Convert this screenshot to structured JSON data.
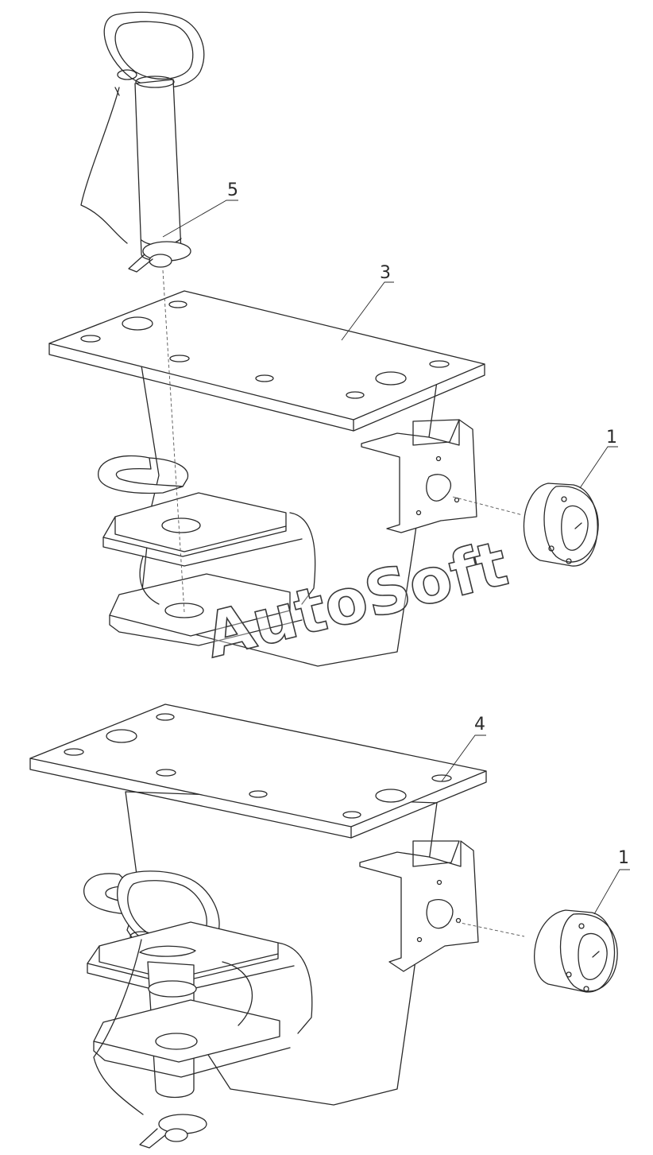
{
  "callouts": {
    "c5": "5",
    "c3": "3",
    "c1_top": "1",
    "c4": "4",
    "c1_bottom": "1"
  },
  "watermark": "AutoSoft",
  "colors": {
    "line": "#2a2a2a",
    "background": "#ffffff"
  }
}
